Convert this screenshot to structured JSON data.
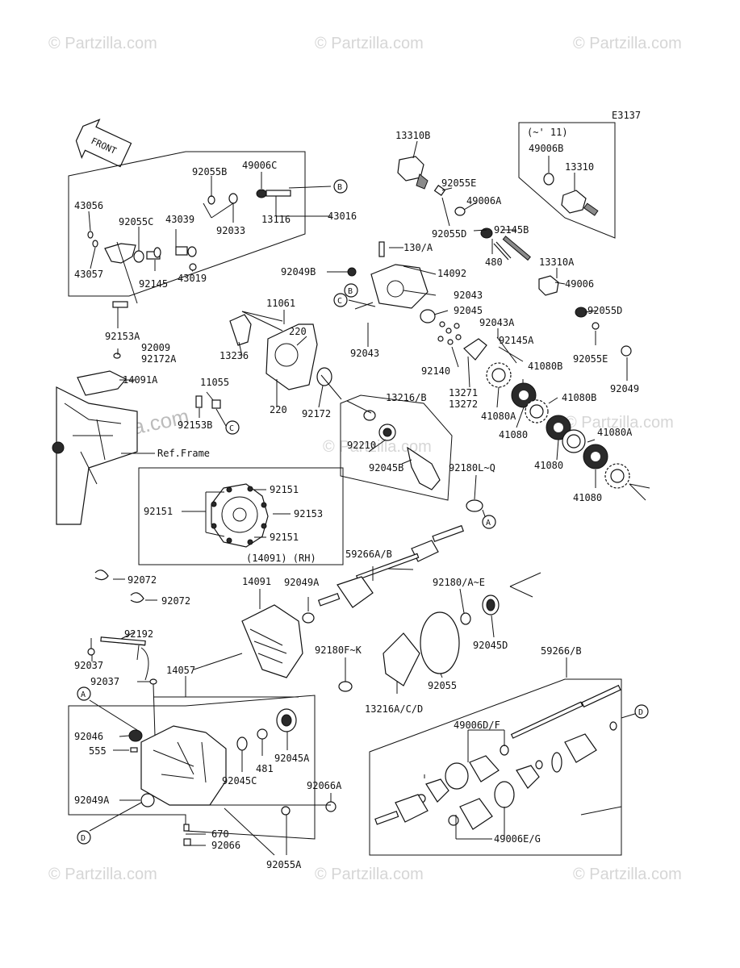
{
  "diagram_code": "E3137",
  "front_label": "FRONT",
  "ref_frame": "Ref.Frame",
  "note_11": "(~' 11)",
  "inset_caption": "(14091)  (RH)",
  "watermark": "Partzilla.com",
  "watermark_copy": "© Partzilla.com",
  "callout_letters": [
    "A",
    "B",
    "C",
    "D"
  ],
  "labels": {
    "l92055B": "92055B",
    "l49006C": "49006C",
    "l43056": "43056",
    "l92055C": "92055C",
    "l43039": "43039",
    "l13116": "13116",
    "l43016": "43016",
    "l92033": "92033",
    "l43057": "43057",
    "l92145": "92145",
    "l43019": "43019",
    "l92153A": "92153A",
    "l92009": "92009",
    "l92172A": "92172A",
    "l14091A": "14091A",
    "l11055": "11055",
    "l92153B": "92153B",
    "l11061": "11061",
    "l220a": "220",
    "l13236": "13236",
    "l220b": "220",
    "l92172": "92172",
    "l13310B": "13310B",
    "l92055E": "92055E",
    "l49006A": "49006A",
    "l92055D": "92055D",
    "l130A": "130/A",
    "l92145B": "92145B",
    "l92049B": "92049B",
    "l14092": "14092",
    "l480": "480",
    "l13310A": "13310A",
    "l92043a": "92043",
    "l92045": "92045",
    "l49006": "49006",
    "l92043b": "92043",
    "l92043A": "92043A",
    "l92145A": "92145A",
    "l92055Db": "92055D",
    "l92055Eb": "92055E",
    "l92049": "92049",
    "l92140": "92140",
    "l41080B": "41080B",
    "l13271": "13271",
    "l13272": "13272",
    "l41080Bb": "41080B",
    "l41080A": "41080A",
    "l41080a": "41080",
    "l41080Ab": "41080A",
    "l41080b": "41080",
    "l41080c": "41080",
    "l13216B": "13216/B",
    "l92210": "92210",
    "l92045B": "92045B",
    "l92180LQ": "92180L~Q",
    "l49006B": "49006B",
    "l13310": "13310",
    "l92151a": "92151",
    "l92151b": "92151",
    "l92153": "92153",
    "l92151c": "92151",
    "l59266AB": "59266A/B",
    "l92072a": "92072",
    "l92072b": "92072",
    "l14091": "14091",
    "l92049A": "92049A",
    "l92180AE": "92180/A~E",
    "l92192": "92192",
    "l92045D": "92045D",
    "l92037a": "92037",
    "l14057": "14057",
    "l92180FK": "92180F~K",
    "l92055": "92055",
    "l92037b": "92037",
    "l13216ACD": "13216A/C/D",
    "l59266B": "59266/B",
    "l92046": "92046",
    "l555": "555",
    "l49006DF": "49006D/F",
    "l481": "481",
    "l92045A": "92045A",
    "l92045C": "92045C",
    "l92049Ab": "92049A",
    "l92066A": "92066A",
    "l670": "670",
    "l92066": "92066",
    "l92055A": "92055A",
    "l49006EG": "49006E/G"
  }
}
